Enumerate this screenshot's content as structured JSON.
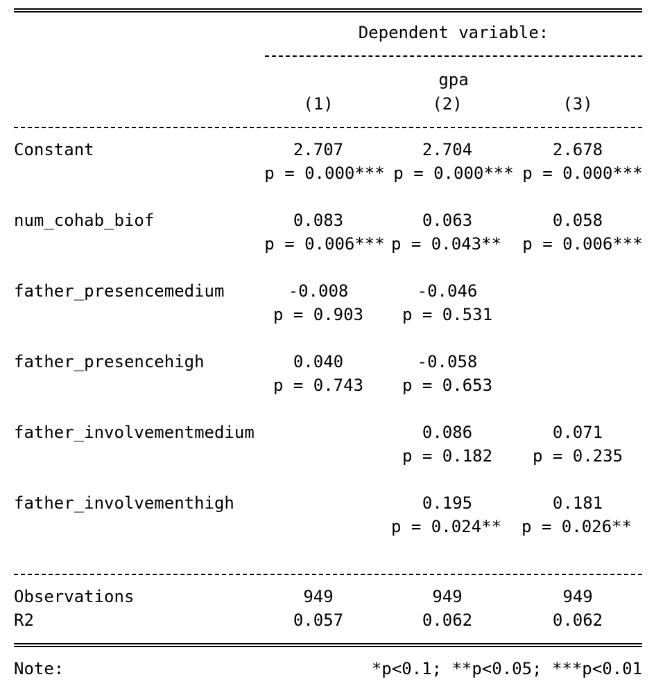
{
  "header": {
    "dependent_variable_label": "Dependent variable:",
    "dependent_variable_name": "gpa",
    "columns": [
      "(1)",
      "(2)",
      "(3)"
    ]
  },
  "rows": [
    {
      "label": "Constant",
      "coef": [
        "2.707",
        "2.704",
        "2.678"
      ],
      "p": [
        "p = 0.000***",
        "p = 0.000***",
        "p = 0.000***"
      ]
    },
    {
      "label": "num_cohab_biof",
      "coef": [
        "0.083",
        "0.063",
        "0.058"
      ],
      "p": [
        "p = 0.006***",
        "p = 0.043**",
        "p = 0.006***"
      ]
    },
    {
      "label": "father_presencemedium",
      "coef": [
        "-0.008",
        "-0.046",
        ""
      ],
      "p": [
        "p = 0.903",
        "p = 0.531",
        ""
      ]
    },
    {
      "label": "father_presencehigh",
      "coef": [
        "0.040",
        "-0.058",
        ""
      ],
      "p": [
        "p = 0.743",
        "p = 0.653",
        ""
      ]
    },
    {
      "label": "father_involvementmedium",
      "coef": [
        "",
        "0.086",
        "0.071"
      ],
      "p": [
        "",
        "p = 0.182",
        "p = 0.235"
      ]
    },
    {
      "label": "father_involvementhigh",
      "coef": [
        "",
        "0.195",
        "0.181"
      ],
      "p": [
        "",
        "p = 0.024**",
        "p = 0.026**"
      ]
    }
  ],
  "stats": [
    {
      "label": "Observations",
      "values": [
        "949",
        "949",
        "949"
      ]
    },
    {
      "label": "R2",
      "values": [
        "0.057",
        "0.062",
        "0.062"
      ]
    }
  ],
  "note": {
    "label": "Note:",
    "text": "*p<0.1; **p<0.05; ***p<0.01"
  }
}
